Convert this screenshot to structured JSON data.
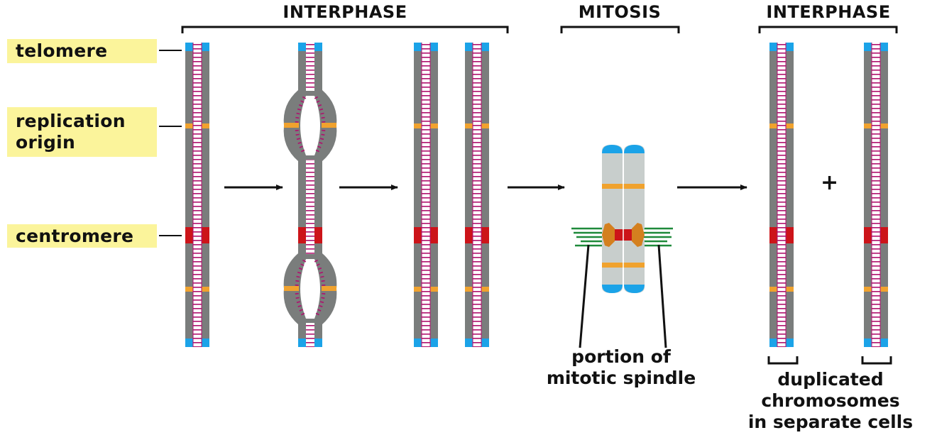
{
  "diagram": {
    "title": "Chromosome duplication and segregation through the cell cycle",
    "phases": [
      {
        "id": "interphase-1",
        "label": "INTERPHASE"
      },
      {
        "id": "mitosis",
        "label": "MITOSIS"
      },
      {
        "id": "interphase-2",
        "label": "INTERPHASE"
      }
    ],
    "labels": {
      "telomere": "telomere",
      "replication_origin_line1": "replication",
      "replication_origin_line2": "origin",
      "centromere": "centromere"
    },
    "captions": {
      "spindle_line1": "portion of",
      "spindle_line2": "mitotic spindle",
      "duplicated_line1": "duplicated",
      "duplicated_line2": "chromosomes",
      "duplicated_line3": "in separate cells"
    },
    "plus_sign": "+",
    "stages": [
      {
        "id": "unreplicated",
        "description": "single chromosome before replication"
      },
      {
        "id": "replicating",
        "description": "replication bubbles at two origins"
      },
      {
        "id": "replicated",
        "description": "two sister chromatids after replication"
      },
      {
        "id": "mitotic",
        "description": "condensed duplicated chromosome attached to mitotic spindle"
      },
      {
        "id": "separated",
        "description": "sister chromosomes in separate daughter cells"
      }
    ],
    "colors": {
      "chromosome_gray": "#7a7d7c",
      "telomere_blue": "#1ba3e8",
      "origin_orange": "#f0a22e",
      "centromere_red": "#cc1419",
      "base_pair_magenta": "#b0106e",
      "condensed_gray": "#c8cecc",
      "kinetochore_orange": "#d4801f",
      "spindle_green": "#1f8a3a",
      "label_yellow": "#fbf49b"
    }
  }
}
